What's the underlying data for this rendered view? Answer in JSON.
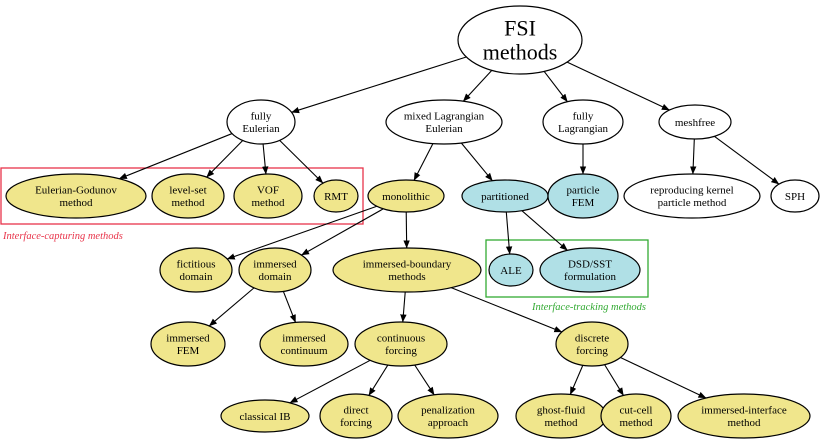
{
  "colors": {
    "yellow": "#f0e68c",
    "blue": "#b0e0e6",
    "white": "#ffffff",
    "capture_box": "#e8344a",
    "tracking_box": "#33aa33"
  },
  "diagram": {
    "nodes": [
      {
        "id": "fsi",
        "lines": [
          "FSI",
          "methods"
        ],
        "fill": "white"
      },
      {
        "id": "fully-eulerian",
        "lines": [
          "fully",
          "Eulerian"
        ],
        "fill": "white"
      },
      {
        "id": "mixed-le",
        "lines": [
          "mixed Lagrangian",
          "Eulerian"
        ],
        "fill": "white"
      },
      {
        "id": "fully-lagrangian",
        "lines": [
          "fully",
          "Lagrangian"
        ],
        "fill": "white"
      },
      {
        "id": "meshfree",
        "lines": [
          "meshfree"
        ],
        "fill": "white"
      },
      {
        "id": "eulerian-godunov",
        "lines": [
          "Eulerian-Godunov",
          "method"
        ],
        "fill": "yellow"
      },
      {
        "id": "level-set",
        "lines": [
          "level-set",
          "method"
        ],
        "fill": "yellow"
      },
      {
        "id": "vof",
        "lines": [
          "VOF",
          "method"
        ],
        "fill": "yellow"
      },
      {
        "id": "rmt",
        "lines": [
          "RMT"
        ],
        "fill": "yellow"
      },
      {
        "id": "monolithic",
        "lines": [
          "monolithic"
        ],
        "fill": "yellow"
      },
      {
        "id": "partitioned",
        "lines": [
          "partitioned"
        ],
        "fill": "blue"
      },
      {
        "id": "particle-fem",
        "lines": [
          "particle",
          "FEM"
        ],
        "fill": "blue"
      },
      {
        "id": "rkpm",
        "lines": [
          "reproducing kernel",
          "particle method"
        ],
        "fill": "white"
      },
      {
        "id": "sph",
        "lines": [
          "SPH"
        ],
        "fill": "white"
      },
      {
        "id": "fictitious-domain",
        "lines": [
          "fictitious",
          "domain"
        ],
        "fill": "yellow"
      },
      {
        "id": "immersed-domain",
        "lines": [
          "immersed",
          "domain"
        ],
        "fill": "yellow"
      },
      {
        "id": "immersed-boundary",
        "lines": [
          "immersed-boundary",
          "methods"
        ],
        "fill": "yellow"
      },
      {
        "id": "ale",
        "lines": [
          "ALE"
        ],
        "fill": "blue"
      },
      {
        "id": "dsd-sst",
        "lines": [
          "DSD/SST",
          "formulation"
        ],
        "fill": "blue"
      },
      {
        "id": "immersed-fem",
        "lines": [
          "immersed",
          "FEM"
        ],
        "fill": "yellow"
      },
      {
        "id": "immersed-continuum",
        "lines": [
          "immersed",
          "continuum"
        ],
        "fill": "yellow"
      },
      {
        "id": "continuous-forcing",
        "lines": [
          "continuous",
          "forcing"
        ],
        "fill": "yellow"
      },
      {
        "id": "discrete-forcing",
        "lines": [
          "discrete",
          "forcing"
        ],
        "fill": "yellow"
      },
      {
        "id": "classical-ib",
        "lines": [
          "classical IB"
        ],
        "fill": "yellow"
      },
      {
        "id": "direct-forcing",
        "lines": [
          "direct",
          "forcing"
        ],
        "fill": "yellow"
      },
      {
        "id": "penalization",
        "lines": [
          "penalization",
          "approach"
        ],
        "fill": "yellow"
      },
      {
        "id": "ghost-fluid",
        "lines": [
          "ghost-fluid",
          "method"
        ],
        "fill": "yellow"
      },
      {
        "id": "cut-cell",
        "lines": [
          "cut-cell",
          "method"
        ],
        "fill": "yellow"
      },
      {
        "id": "immersed-interface",
        "lines": [
          "immersed-interface",
          "method"
        ],
        "fill": "yellow"
      }
    ],
    "edges": [
      [
        "fsi",
        "fully-eulerian"
      ],
      [
        "fsi",
        "mixed-le"
      ],
      [
        "fsi",
        "fully-lagrangian"
      ],
      [
        "fsi",
        "meshfree"
      ],
      [
        "fully-eulerian",
        "eulerian-godunov"
      ],
      [
        "fully-eulerian",
        "level-set"
      ],
      [
        "fully-eulerian",
        "vof"
      ],
      [
        "fully-eulerian",
        "rmt"
      ],
      [
        "mixed-le",
        "monolithic"
      ],
      [
        "mixed-le",
        "partitioned"
      ],
      [
        "fully-lagrangian",
        "particle-fem"
      ],
      [
        "meshfree",
        "rkpm"
      ],
      [
        "meshfree",
        "sph"
      ],
      [
        "monolithic",
        "fictitious-domain"
      ],
      [
        "monolithic",
        "immersed-domain"
      ],
      [
        "monolithic",
        "immersed-boundary"
      ],
      [
        "partitioned",
        "ale"
      ],
      [
        "partitioned",
        "dsd-sst"
      ],
      [
        "immersed-domain",
        "immersed-fem"
      ],
      [
        "immersed-domain",
        "immersed-continuum"
      ],
      [
        "immersed-boundary",
        "continuous-forcing"
      ],
      [
        "immersed-boundary",
        "discrete-forcing"
      ],
      [
        "continuous-forcing",
        "classical-ib"
      ],
      [
        "continuous-forcing",
        "direct-forcing"
      ],
      [
        "continuous-forcing",
        "penalization"
      ],
      [
        "discrete-forcing",
        "ghost-fluid"
      ],
      [
        "discrete-forcing",
        "cut-cell"
      ],
      [
        "discrete-forcing",
        "immersed-interface"
      ]
    ],
    "groups": [
      {
        "id": "capturing",
        "label": "Interface-capturing methods",
        "color": "capture_box"
      },
      {
        "id": "tracking",
        "label": "Interface-tracking methods",
        "color": "tracking_box"
      }
    ]
  }
}
